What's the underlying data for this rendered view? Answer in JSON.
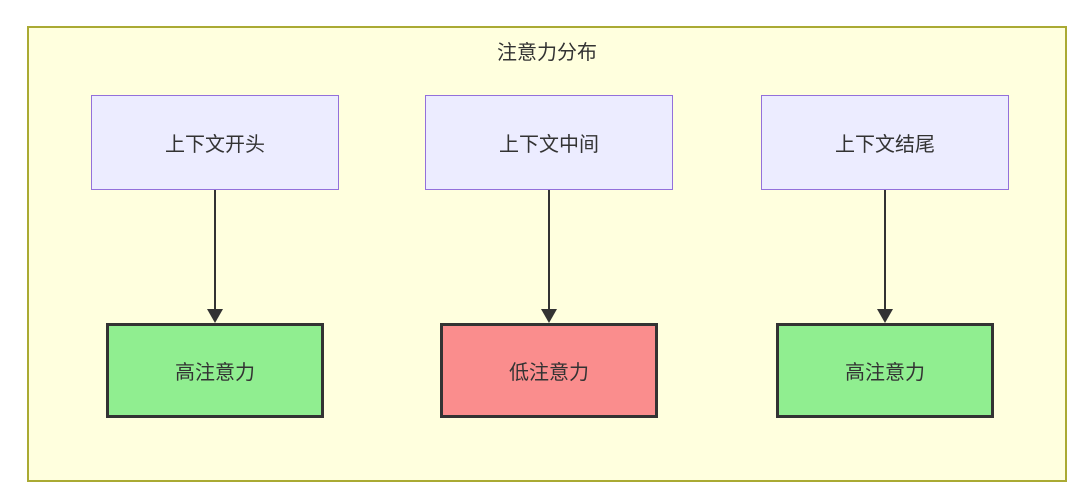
{
  "diagram": {
    "title": "注意力分布",
    "columns": [
      {
        "top": "上下文开头",
        "bottom": "高注意力",
        "bottom_type": "high"
      },
      {
        "top": "上下文中间",
        "bottom": "低注意力",
        "bottom_type": "low"
      },
      {
        "top": "上下文结尾",
        "bottom": "高注意力",
        "bottom_type": "high"
      }
    ],
    "edges": [
      {
        "from": "上下文开头",
        "to": "高注意力"
      },
      {
        "from": "上下文中间",
        "to": "低注意力"
      },
      {
        "from": "上下文结尾",
        "to": "高注意力"
      }
    ],
    "colors": {
      "background": "#ffffde",
      "frame_border": "#aaaa33",
      "context_fill": "#ececff",
      "context_border": "#9370db",
      "high_fill": "#90ee90",
      "low_fill": "#fa8d8d",
      "result_border": "#333333",
      "arrow": "#333333",
      "text": "#333333"
    }
  }
}
